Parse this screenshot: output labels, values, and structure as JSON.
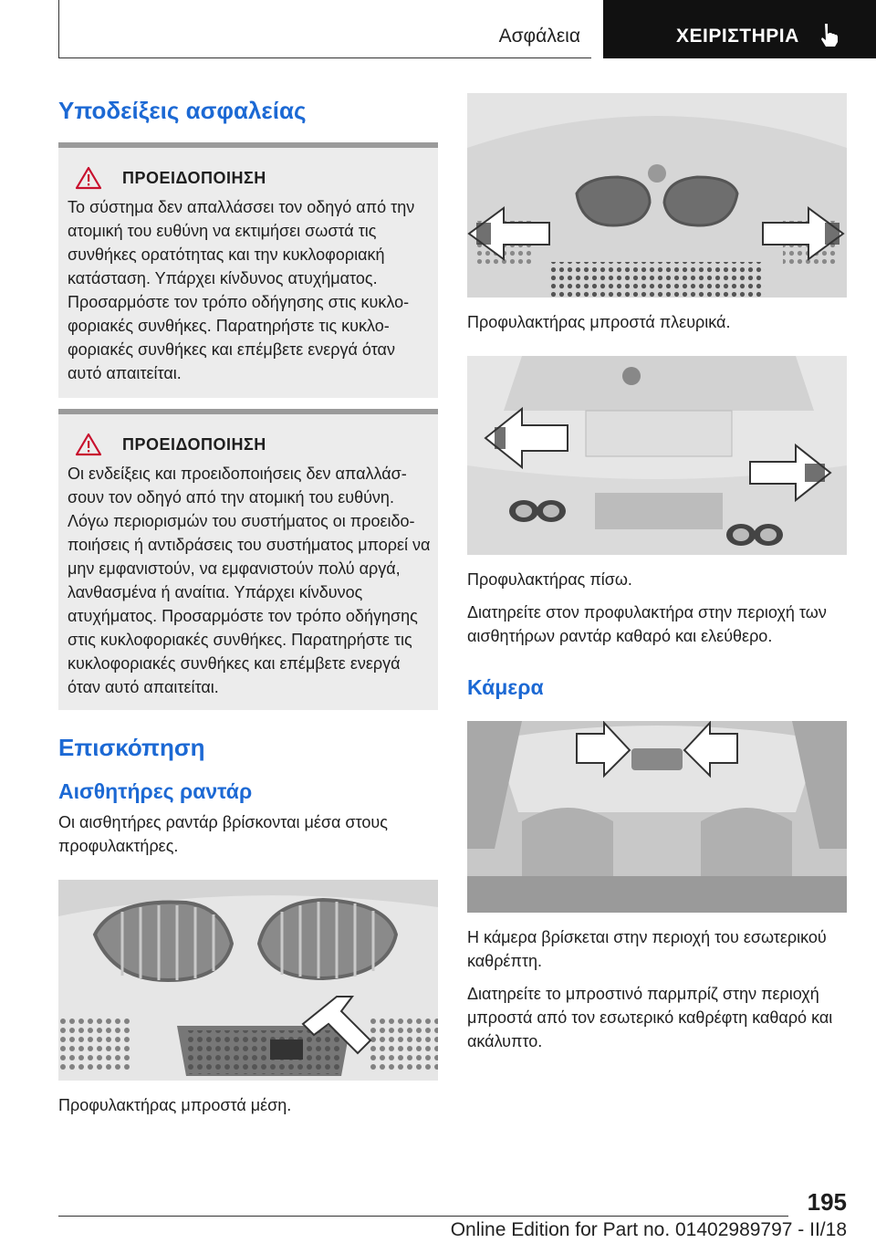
{
  "header": {
    "section": "Ασφάλεια",
    "manual": "ΧΕΙΡΙΣΤΗΡΙΑ"
  },
  "left": {
    "title": "Υποδείξεις ασφαλείας",
    "warning1": {
      "label": "ΠΡΟΕΙΔΟΠΟΙΗΣΗ",
      "text": "Το σύστημα δεν απαλλάσσει τον οδηγό από την ατομική του ευθύνη να εκτιμήσει σωστά τις συνθήκες ορατότητας και την κυκλοφοριακή κατάσταση. Υπάρχει κίνδυνος ατυχήματος. Προσαρμόστε τον τρόπο οδήγησης στις κυκλο­φοριακές συνθήκες. Παρατηρήστε τις κυκλο­φοριακές συνθήκες και επέμβετε ενεργά όταν αυτό απαιτείται."
    },
    "warning2": {
      "label": "ΠΡΟΕΙΔΟΠΟΙΗΣΗ",
      "text": "Οι ενδείξεις και προειδοποιήσεις δεν απαλλάσ­σουν τον οδηγό από την ατομική του ευθύνη. Λόγω περιορισμών του συστήματος οι προειδο­ποιήσεις ή αντιδράσεις του συστήματος μπορεί να μην εμφανιστούν, να εμφανιστούν πολύ αργά, λανθασμένα ή αναίτια. Υπάρχει κίνδυνος ατυχήματος. Προσαρμόστε τον τρόπο οδήγη­σης στις κυκλοφοριακές συνθήκες. Παρατηρή­στε τις κυκλοφοριακές συνθήκες και επέμβετε ενεργά όταν αυτό απαιτείται."
    },
    "overview_title": "Επισκόπηση",
    "radar_title": "Αισθητήρες ραντάρ",
    "radar_text": "Οι αισθητήρες ραντάρ βρίσκονται μέσα στους προφυλακτήρες.",
    "caption_front_center": "Προφυλακτήρας μπροστά μέση."
  },
  "right": {
    "caption_front_side": "Προφυλακτήρας μπροστά πλευρικά.",
    "caption_rear": "Προφυλακτήρας πίσω.",
    "keep_clean": "Διατηρείτε στον προφυλακτήρα στην περιοχή των αισθητήρων ραντάρ καθαρό και ελεύθερο.",
    "camera_title": "Κάμερα",
    "camera_location": "Η κάμερα βρίσκεται στην περιοχή του εσωτερι­κού καθρέπτη.",
    "camera_clean": "Διατηρείτε το μπροστινό παρμπρίζ στην περιοχή μπροστά από τον εσωτερικό καθρέφτη καθαρό και ακάλυπτο."
  },
  "footer": {
    "page_number": "195",
    "edition": "Online Edition for Part no. 01402989797 - II/18"
  }
}
